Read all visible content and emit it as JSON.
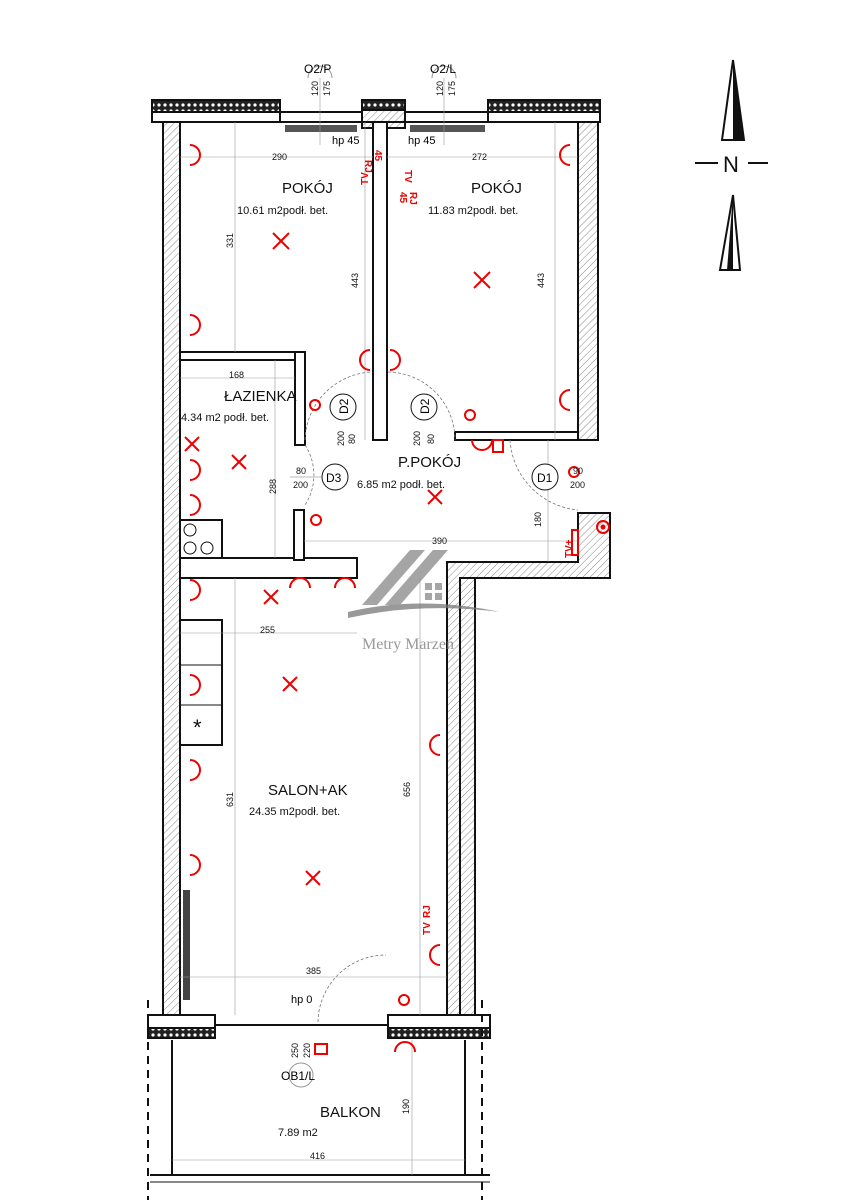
{
  "rooms": {
    "pokoj_left": {
      "name": "POKÓJ",
      "area": "10.61 m2podł. bet."
    },
    "pokoj_right": {
      "name": "POKÓJ",
      "area": "11.83 m2podł. bet."
    },
    "lazienka": {
      "name": "ŁAZIENKA",
      "area": "4.34 m2 podł. bet."
    },
    "przedpokoj": {
      "name": "P.POKÓJ",
      "area": "6.85 m2 podł. bet."
    },
    "salon": {
      "name": "SALON+AK",
      "area": "24.35 m2podł. bet."
    },
    "balkon": {
      "name": "BALKON",
      "area": "7.89 m2"
    }
  },
  "windows": {
    "left": {
      "label": "O2/P",
      "h1": "120",
      "h2": "175",
      "sill": "hp 45"
    },
    "right": {
      "label": "O2/L",
      "h1": "120",
      "h2": "175",
      "sill": "hp 45"
    },
    "balcony": {
      "label": "OB1/L",
      "h1": "250",
      "h2": "220",
      "sill": "hp 0"
    }
  },
  "doors": {
    "d2_left": {
      "label": "D2",
      "w": "80",
      "h": "200"
    },
    "d2_right": {
      "label": "D2",
      "w": "80",
      "h": "200"
    },
    "d3": {
      "label": "D3",
      "w": "80",
      "h": "200"
    },
    "d1": {
      "label": "D1",
      "w": "90",
      "h": "200"
    }
  },
  "dimensions": {
    "pokoj_left_w": "290",
    "pokoj_right_w": "272",
    "pokoj_left_h": "331",
    "partition_h": "443",
    "pokoj_right_h": "443",
    "lazienka_w": "168",
    "hall_h": "288",
    "hall_w": "390",
    "hall_right": "180",
    "kitchen_w": "255",
    "salon_h": "631",
    "salon_h2": "656",
    "salon_w": "385",
    "balkon_h": "190",
    "balkon_w": "416"
  },
  "electrical": {
    "tv": "TV",
    "rj": "RJ",
    "rj45": "45",
    "tv_plus": "TV+"
  },
  "compass": {
    "label": "N"
  },
  "watermark": {
    "brand": "Metry Marzeń"
  }
}
